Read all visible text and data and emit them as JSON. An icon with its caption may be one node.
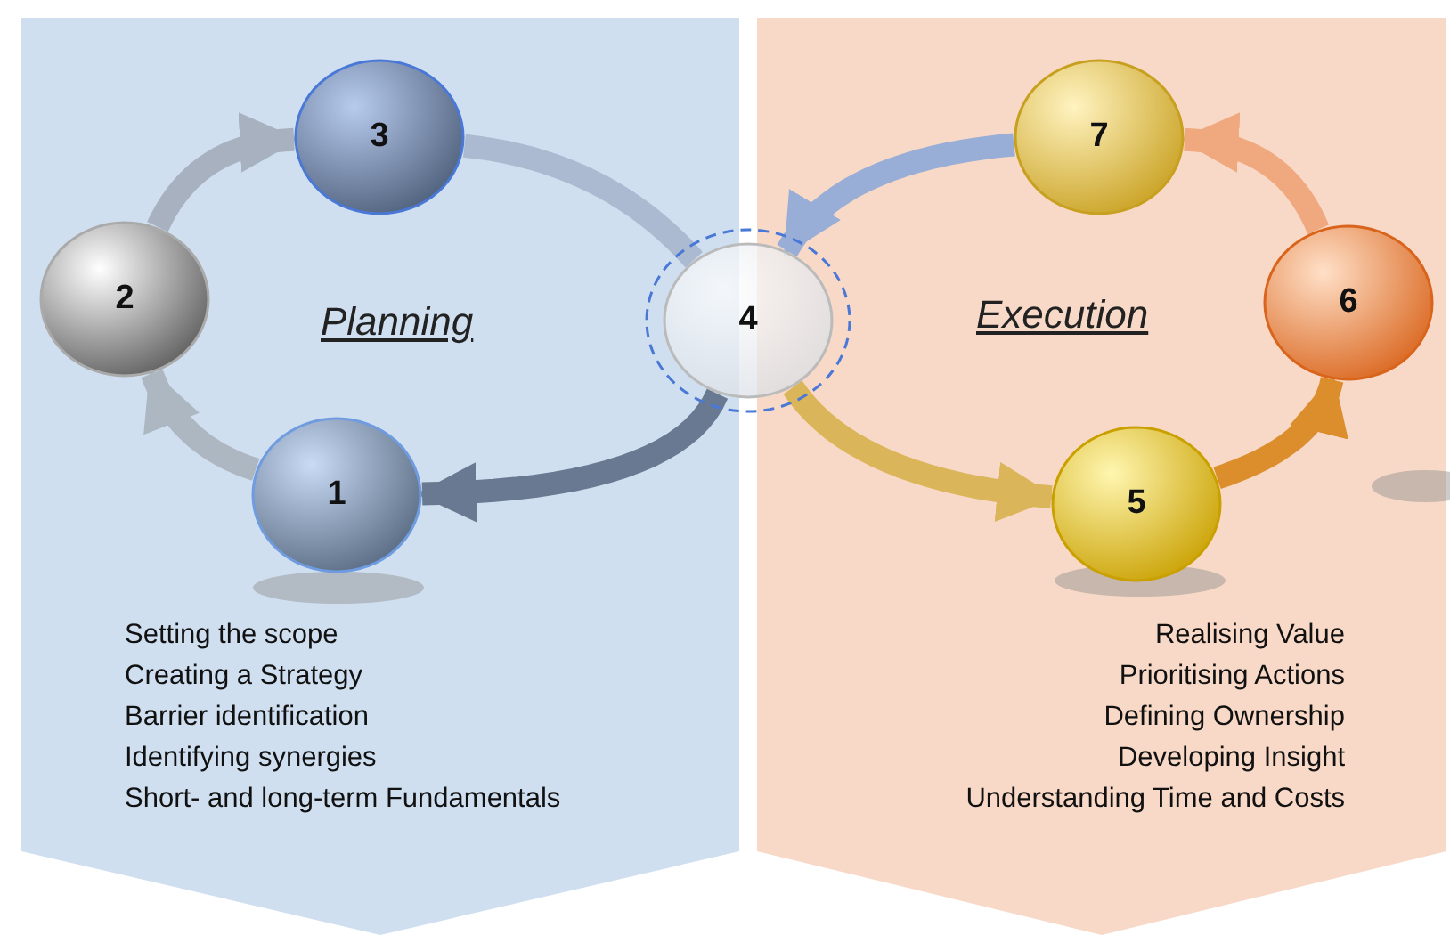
{
  "diagram": {
    "nodes": [
      {
        "text": [
          "Planning",
          "Setting the scope",
          "Creating a Strategy",
          "Barrier identification",
          "Identifying synergies",
          "Short- and long-term Fundamentals"
        ]
      },
      {
        "text": [
          "Execution",
          "Realising Value",
          "Prioritising Actions",
          "Defining Ownership",
          "Developing Insight",
          "Understanding Time and Costs"
        ]
      },
      {
        "text": [
          "1"
        ],
        "in": 0
      },
      {
        "text": [
          "2"
        ],
        "in": 0
      },
      {
        "text": [
          "3"
        ],
        "in": 0
      },
      {
        "text": [
          "4"
        ]
      },
      {
        "text": [
          "5"
        ],
        "in": 1
      },
      {
        "text": [
          "6"
        ],
        "in": 1
      },
      {
        "text": [
          "7"
        ],
        "in": 1
      }
    ],
    "edges": [
      {
        "from": 2,
        "to": 3,
        "arrow": "to",
        "color": "#aab3be"
      },
      {
        "from": 3,
        "to": 4,
        "arrow": "to",
        "color": "#a3adbb"
      },
      {
        "from": 4,
        "to": 5,
        "arrow": "none",
        "color": "#a6b6cc"
      },
      {
        "from": 5,
        "to": 2,
        "arrow": "to",
        "color": "#5e6f88"
      },
      {
        "from": 5,
        "to": 6,
        "arrow": "to",
        "color": "#d8b24e"
      },
      {
        "from": 6,
        "to": 7,
        "arrow": "to",
        "color": "#d9861c"
      },
      {
        "from": 7,
        "to": 8,
        "arrow": "to",
        "color": "#f0a477"
      },
      {
        "from": 8,
        "to": 5,
        "arrow": "to",
        "color": "#8eaad8"
      }
    ]
  }
}
